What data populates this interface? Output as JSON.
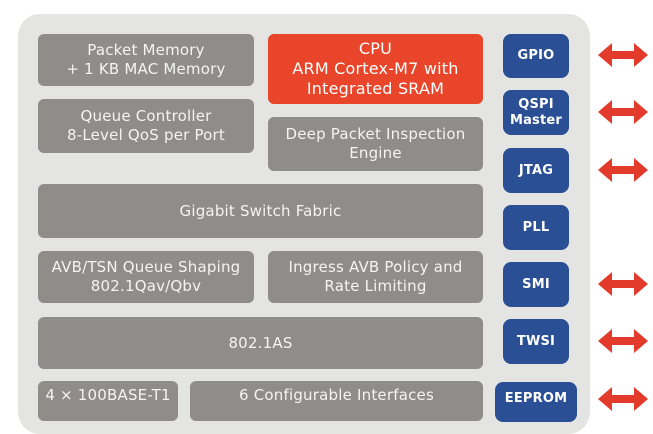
{
  "blocks": {
    "packet_memory": [
      "Packet Memory",
      "+ 1 KB MAC Memory"
    ],
    "cpu": [
      "CPU",
      "ARM Cortex-M7 with",
      "Integrated SRAM"
    ],
    "queue_controller": [
      "Queue Controller",
      "8-Level QoS per Port"
    ],
    "dpi": [
      "Deep Packet Inspection",
      "Engine"
    ],
    "switch_fabric": [
      "Gigabit Switch Fabric"
    ],
    "avb_tsn": [
      "AVB/TSN Queue Shaping",
      "802.1Qav/Qbv"
    ],
    "ingress_avb": [
      "Ingress AVB Policy and",
      "Rate Limiting"
    ],
    "ieee_8021as": [
      "802.1AS"
    ],
    "base_t1": [
      "4 × 100BASE-T1"
    ],
    "configurable": [
      "6 Configurable Interfaces"
    ]
  },
  "interfaces": {
    "gpio": [
      "GPIO"
    ],
    "qspi": [
      "QSPI",
      "Master"
    ],
    "jtag": [
      "JTAG"
    ],
    "pll": [
      "PLL"
    ],
    "smi": [
      "SMI"
    ],
    "twsi": [
      "TWSI"
    ],
    "eeprom": [
      "EEPROM"
    ]
  },
  "colors": {
    "chip_background": "#e4e4e3",
    "block_gray": "#8f8c8a",
    "cpu_orange": "#e8452a",
    "interface_blue": "#2a4f95",
    "arrow_red": "#e23b2c"
  }
}
